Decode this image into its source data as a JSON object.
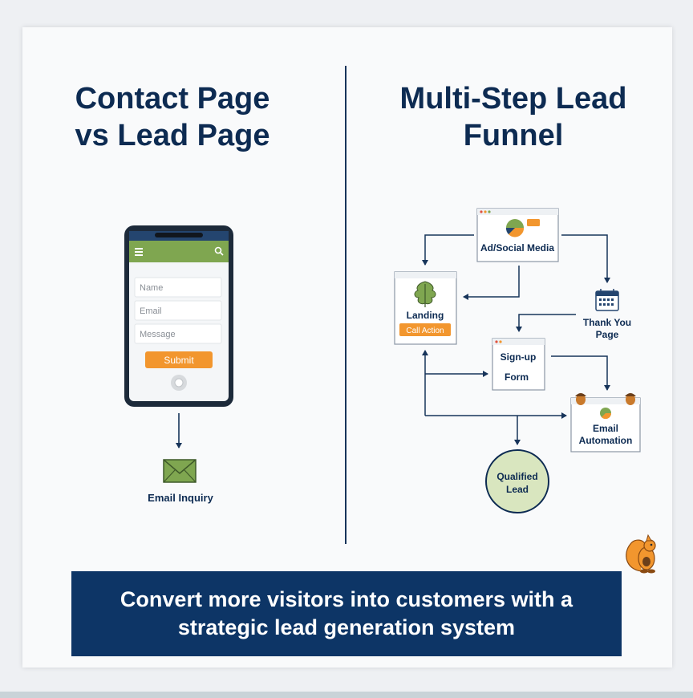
{
  "left_panel": {
    "title_line1": "Contact Page",
    "title_line2": "vs Lead Page",
    "phone": {
      "fields": [
        "Name",
        "Email",
        "Message"
      ],
      "submit_label": "Submit"
    },
    "email_label": "Email Inquiry"
  },
  "right_panel": {
    "title_line1": "Multi-Step Lead",
    "title_line2": "Funnel",
    "nodes": {
      "ad_social": "Ad/Social Media",
      "landing": "Landing",
      "landing_button": "Call Action",
      "thank_you_line1": "Thank You",
      "thank_you_line2": "Page",
      "signup_line1": "Sign-up",
      "signup_line2": "Form",
      "email_line1": "Email",
      "email_line2": "Automation",
      "qualified_line1": "Qualified",
      "qualified_line2": "Lead"
    }
  },
  "banner": {
    "text": "Convert more visitors into customers with a strategic lead generation system"
  },
  "colors": {
    "navy": "#0d2b52",
    "banner": "#0d3566",
    "green": "#7fa650",
    "orange": "#f2962e",
    "lead_circle": "#d9e6bf"
  },
  "icons": [
    "menu-icon",
    "search-icon",
    "envelope-icon",
    "oak-leaf-icon",
    "calendar-icon",
    "acorn-icon",
    "pie-chart-icon",
    "squirrel-icon"
  ]
}
